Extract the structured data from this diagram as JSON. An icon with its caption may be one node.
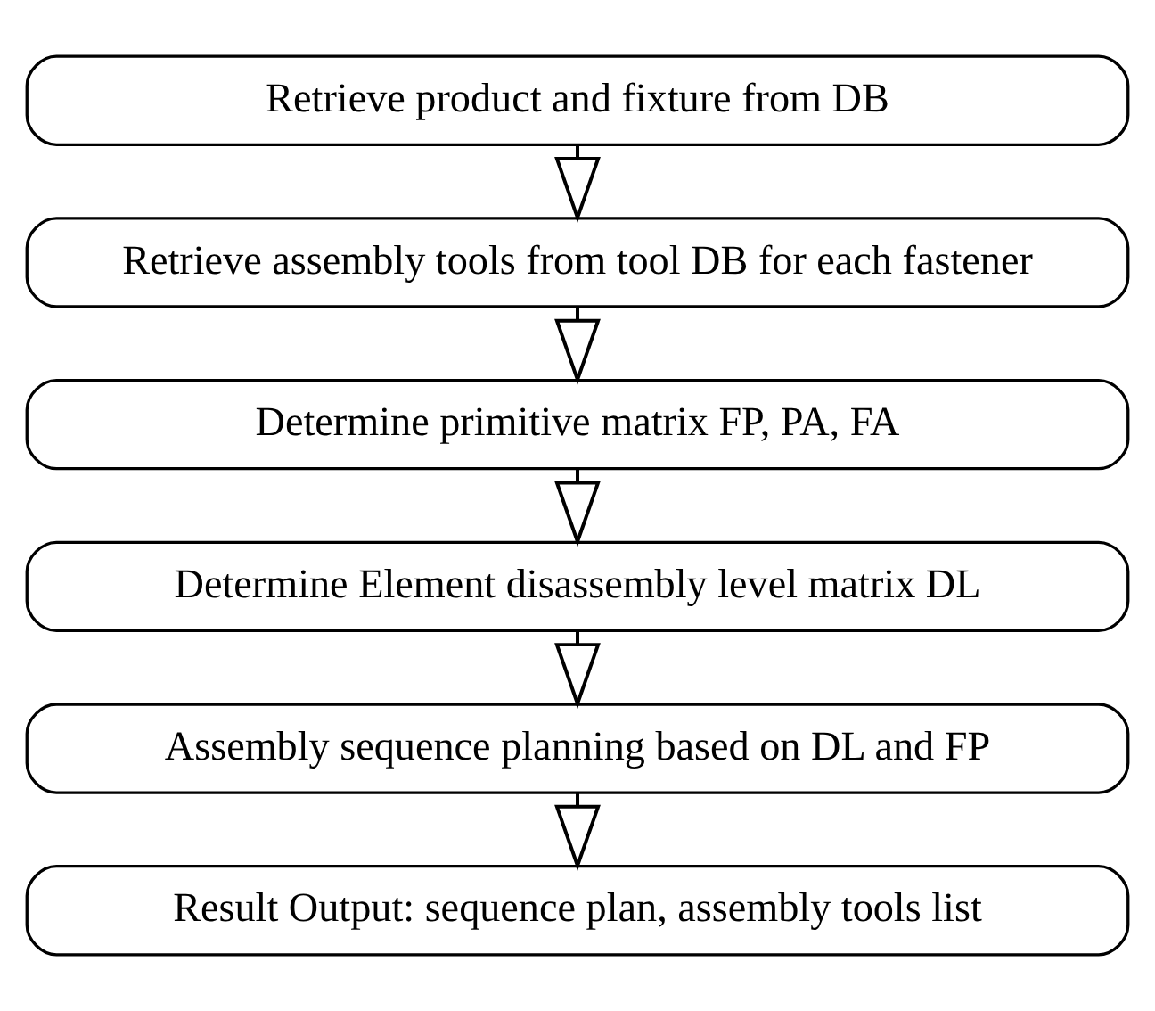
{
  "diagram": {
    "nodes": [
      {
        "text": [
          "Retrieve product and fixture from DB"
        ]
      },
      {
        "text": [
          "Retrieve assembly tools from tool DB for each fastener"
        ]
      },
      {
        "text": [
          "Determine primitive matrix FP, PA, FA"
        ]
      },
      {
        "text": [
          "Determine Element disassembly level matrix DL"
        ]
      },
      {
        "text": [
          "Assembly sequence planning based on DL and FP"
        ]
      },
      {
        "text": [
          "Result Output: sequence plan, assembly tools list"
        ]
      }
    ],
    "edges": [
      {
        "from": 0,
        "to": 1,
        "arrow": "to"
      },
      {
        "from": 1,
        "to": 2,
        "arrow": "to"
      },
      {
        "from": 2,
        "to": 3,
        "arrow": "to"
      },
      {
        "from": 3,
        "to": 4,
        "arrow": "to"
      },
      {
        "from": 4,
        "to": 5,
        "arrow": "to"
      }
    ]
  }
}
